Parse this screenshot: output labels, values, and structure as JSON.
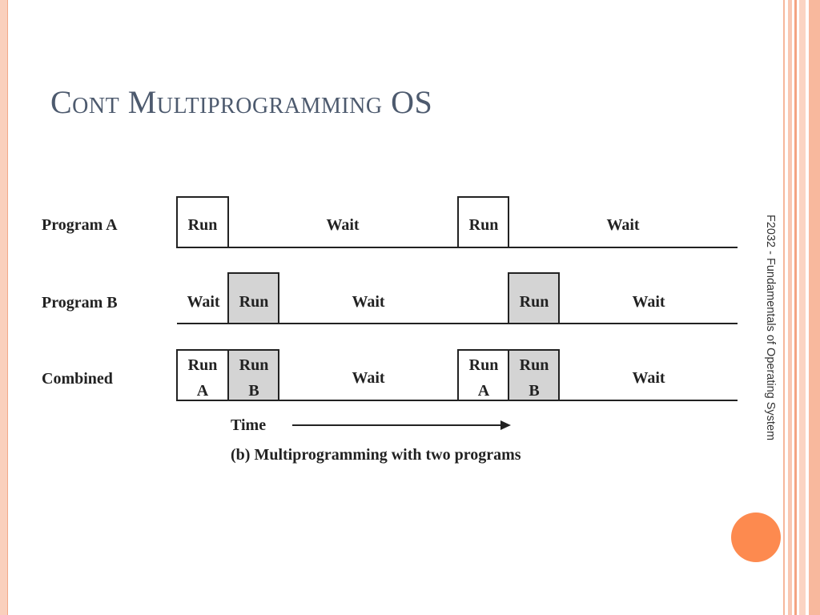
{
  "slide": {
    "title": "Cont Multiprogramming OS",
    "footer_vertical": "F2032 - Fundamentals of Operating System"
  },
  "diagram": {
    "rows": [
      {
        "label": "Program A",
        "cells": [
          {
            "text": "Run",
            "boxed": true,
            "shaded": false
          },
          {
            "text": "Wait"
          },
          {
            "text": "Run",
            "boxed": true,
            "shaded": false
          },
          {
            "text": "Wait"
          }
        ]
      },
      {
        "label": "Program B",
        "cells": [
          {
            "text": "Wait"
          },
          {
            "text": "Run",
            "boxed": true,
            "shaded": true
          },
          {
            "text": "Wait"
          },
          {
            "text": "Run",
            "boxed": true,
            "shaded": true
          },
          {
            "text": "Wait"
          }
        ]
      },
      {
        "label": "Combined",
        "cells": [
          {
            "line1": "Run",
            "line2": "A",
            "boxed": true,
            "shaded": false
          },
          {
            "line1": "Run",
            "line2": "B",
            "boxed": true,
            "shaded": true
          },
          {
            "text": "Wait"
          },
          {
            "line1": "Run",
            "line2": "A",
            "boxed": true,
            "shaded": false
          },
          {
            "line1": "Run",
            "line2": "B",
            "boxed": true,
            "shaded": true
          },
          {
            "text": "Wait"
          }
        ]
      }
    ],
    "time_label": "Time",
    "caption": "(b) Multiprogramming with two programs"
  },
  "colors": {
    "title": "#4d5a6e",
    "shade": "#d4d4d4",
    "accent_orange": "#fd8a4f",
    "edge_pink": "#fad0bd"
  }
}
